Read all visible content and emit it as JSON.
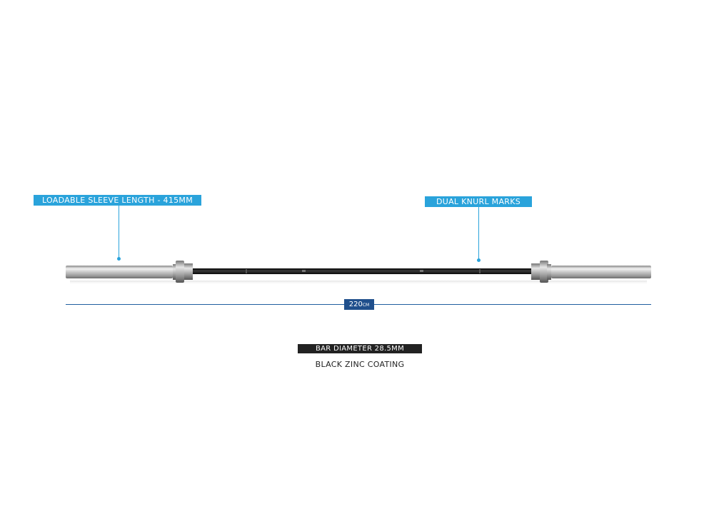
{
  "callouts": {
    "sleeve_length": "LOADABLE SLEEVE LENGTH - 415MM",
    "knurl_marks": "DUAL KNURL MARKS"
  },
  "dimension": {
    "value": "220",
    "unit": "CM"
  },
  "specs": {
    "diameter": "BAR DIAMETER 28.5MM",
    "coating": "BLACK ZINC COATING"
  },
  "colors": {
    "callout_accent": "#2aa3db",
    "dimension_accent": "#1f4f8c",
    "shaft": "#1a1a1a",
    "sleeve": "#c8c8c8"
  }
}
